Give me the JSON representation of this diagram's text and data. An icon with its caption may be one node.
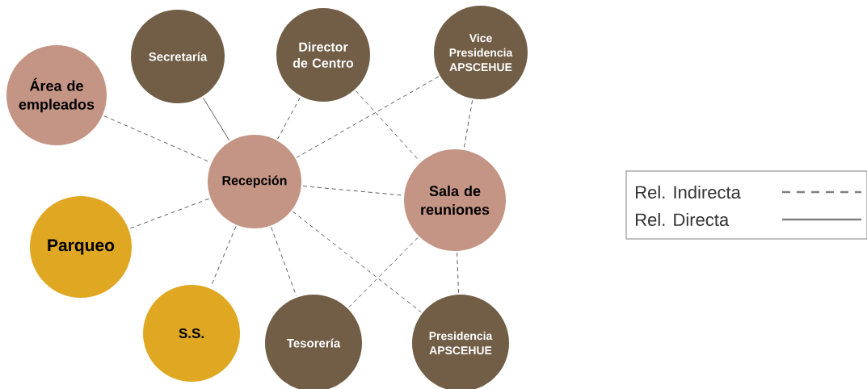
{
  "diagram": {
    "nodes": [
      {
        "text": [
          "Área de empleados"
        ]
      },
      {
        "text": [
          "Secretaría"
        ]
      },
      {
        "text": [
          "Director de Centro"
        ]
      },
      {
        "text": [
          "Vice Presidencia APSCEHUE"
        ]
      },
      {
        "text": [
          "Recepción"
        ]
      },
      {
        "text": [
          "Sala de reuniones"
        ]
      },
      {
        "text": [
          "Parqueo"
        ]
      },
      {
        "text": [
          "S.S."
        ]
      },
      {
        "text": [
          "Tesorería"
        ]
      },
      {
        "text": [
          "Presidencia APSCEHUE"
        ]
      }
    ],
    "edges": [
      {
        "from": 0,
        "to": 4,
        "arrow": "none",
        "style": "dashed"
      },
      {
        "from": 1,
        "to": 4,
        "arrow": "none"
      },
      {
        "from": 2,
        "to": 4,
        "arrow": "none",
        "style": "dashed"
      },
      {
        "from": 3,
        "to": 4,
        "arrow": "none",
        "style": "dashed"
      },
      {
        "from": 2,
        "to": 5,
        "arrow": "none",
        "style": "dashed"
      },
      {
        "from": 3,
        "to": 5,
        "arrow": "none",
        "style": "dashed"
      },
      {
        "from": 4,
        "to": 5,
        "arrow": "none",
        "style": "dashed"
      },
      {
        "from": 4,
        "to": 6,
        "arrow": "none",
        "style": "dashed"
      },
      {
        "from": 4,
        "to": 7,
        "arrow": "none",
        "style": "dashed"
      },
      {
        "from": 4,
        "to": 8,
        "arrow": "none",
        "style": "dashed"
      },
      {
        "from": 4,
        "to": 9,
        "arrow": "none",
        "style": "dashed"
      },
      {
        "from": 5,
        "to": 8,
        "arrow": "none",
        "style": "dashed"
      },
      {
        "from": 5,
        "to": 9,
        "arrow": "none",
        "style": "dashed"
      }
    ],
    "legend": [
      {
        "text": "Rel. Indirecta"
      },
      {
        "text": "Rel. Directa"
      }
    ]
  }
}
